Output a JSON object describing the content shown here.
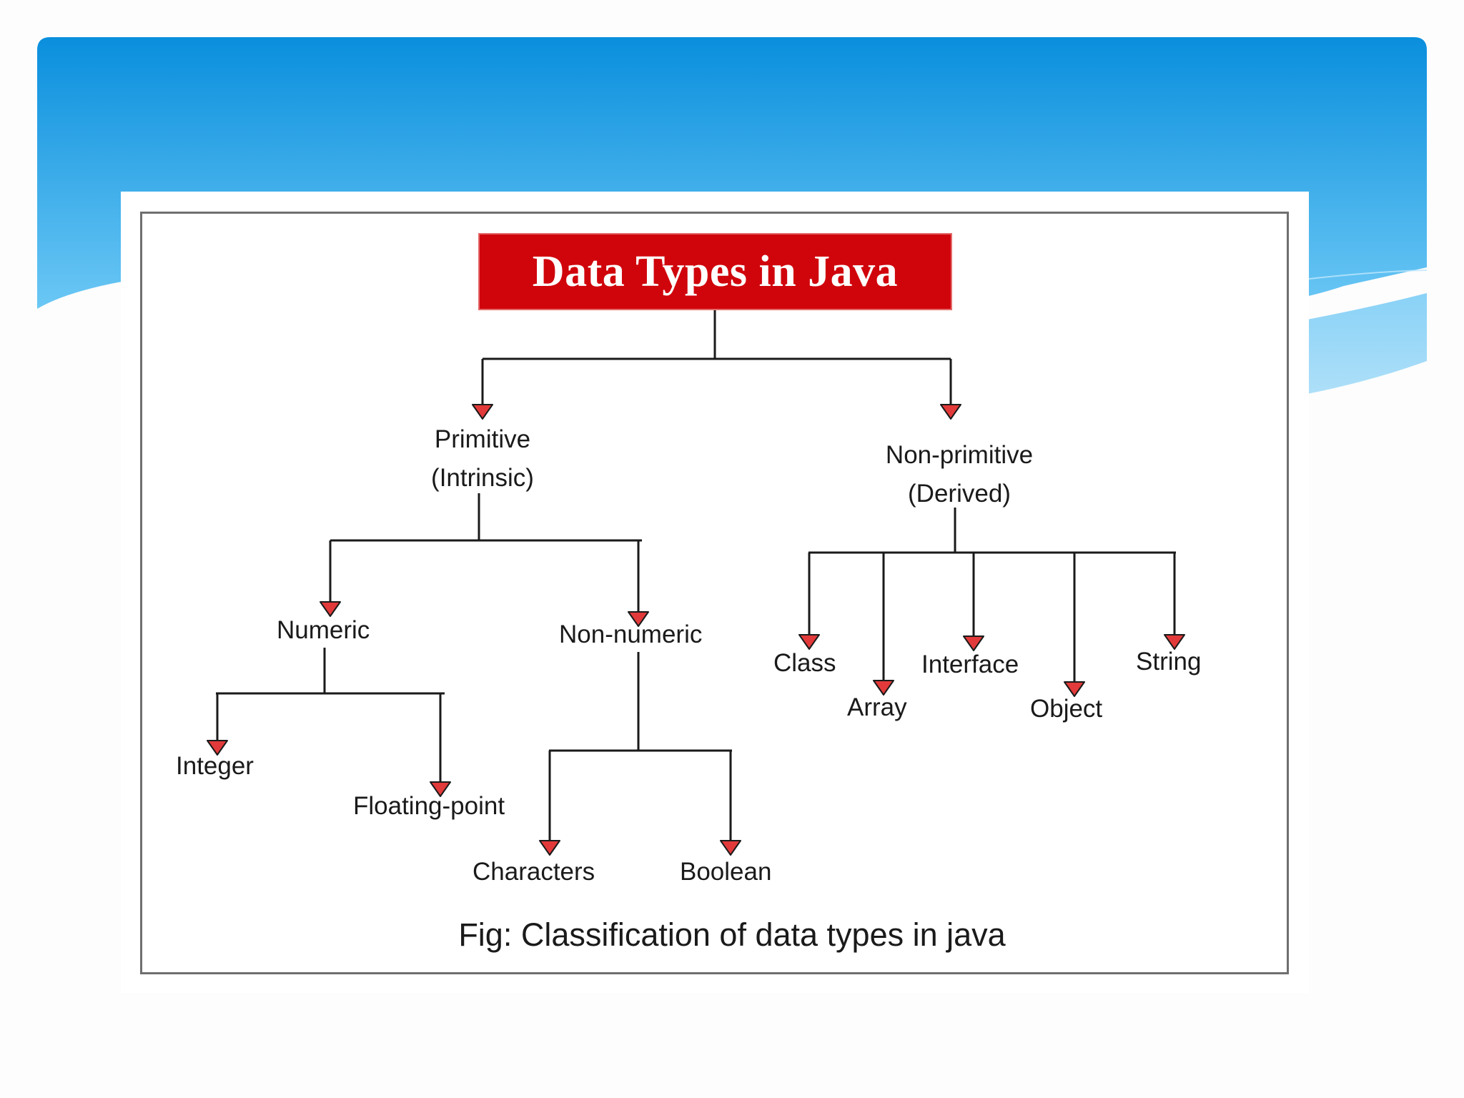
{
  "theme": {
    "banner_top": "#0a8fdd",
    "banner_bottom": "#5cc0f3",
    "title_bg": "#d0050c",
    "arrow_fill": "#e23a3a",
    "connector": "#1a1a1a"
  },
  "diagram": {
    "title": "Data Types in Java",
    "primitive": {
      "line1": "Primitive",
      "line2": "(Intrinsic)"
    },
    "non_primitive": {
      "line1": "Non-primitive",
      "line2": "(Derived)"
    },
    "numeric": "Numeric",
    "non_numeric": "Non-numeric",
    "integer": "Integer",
    "floating_point": "Floating-point",
    "characters": "Characters",
    "boolean": "Boolean",
    "class": "Class",
    "array": "Array",
    "interface": "Interface",
    "object": "Object",
    "string": "String",
    "caption": "Fig: Classification of data types in java"
  }
}
